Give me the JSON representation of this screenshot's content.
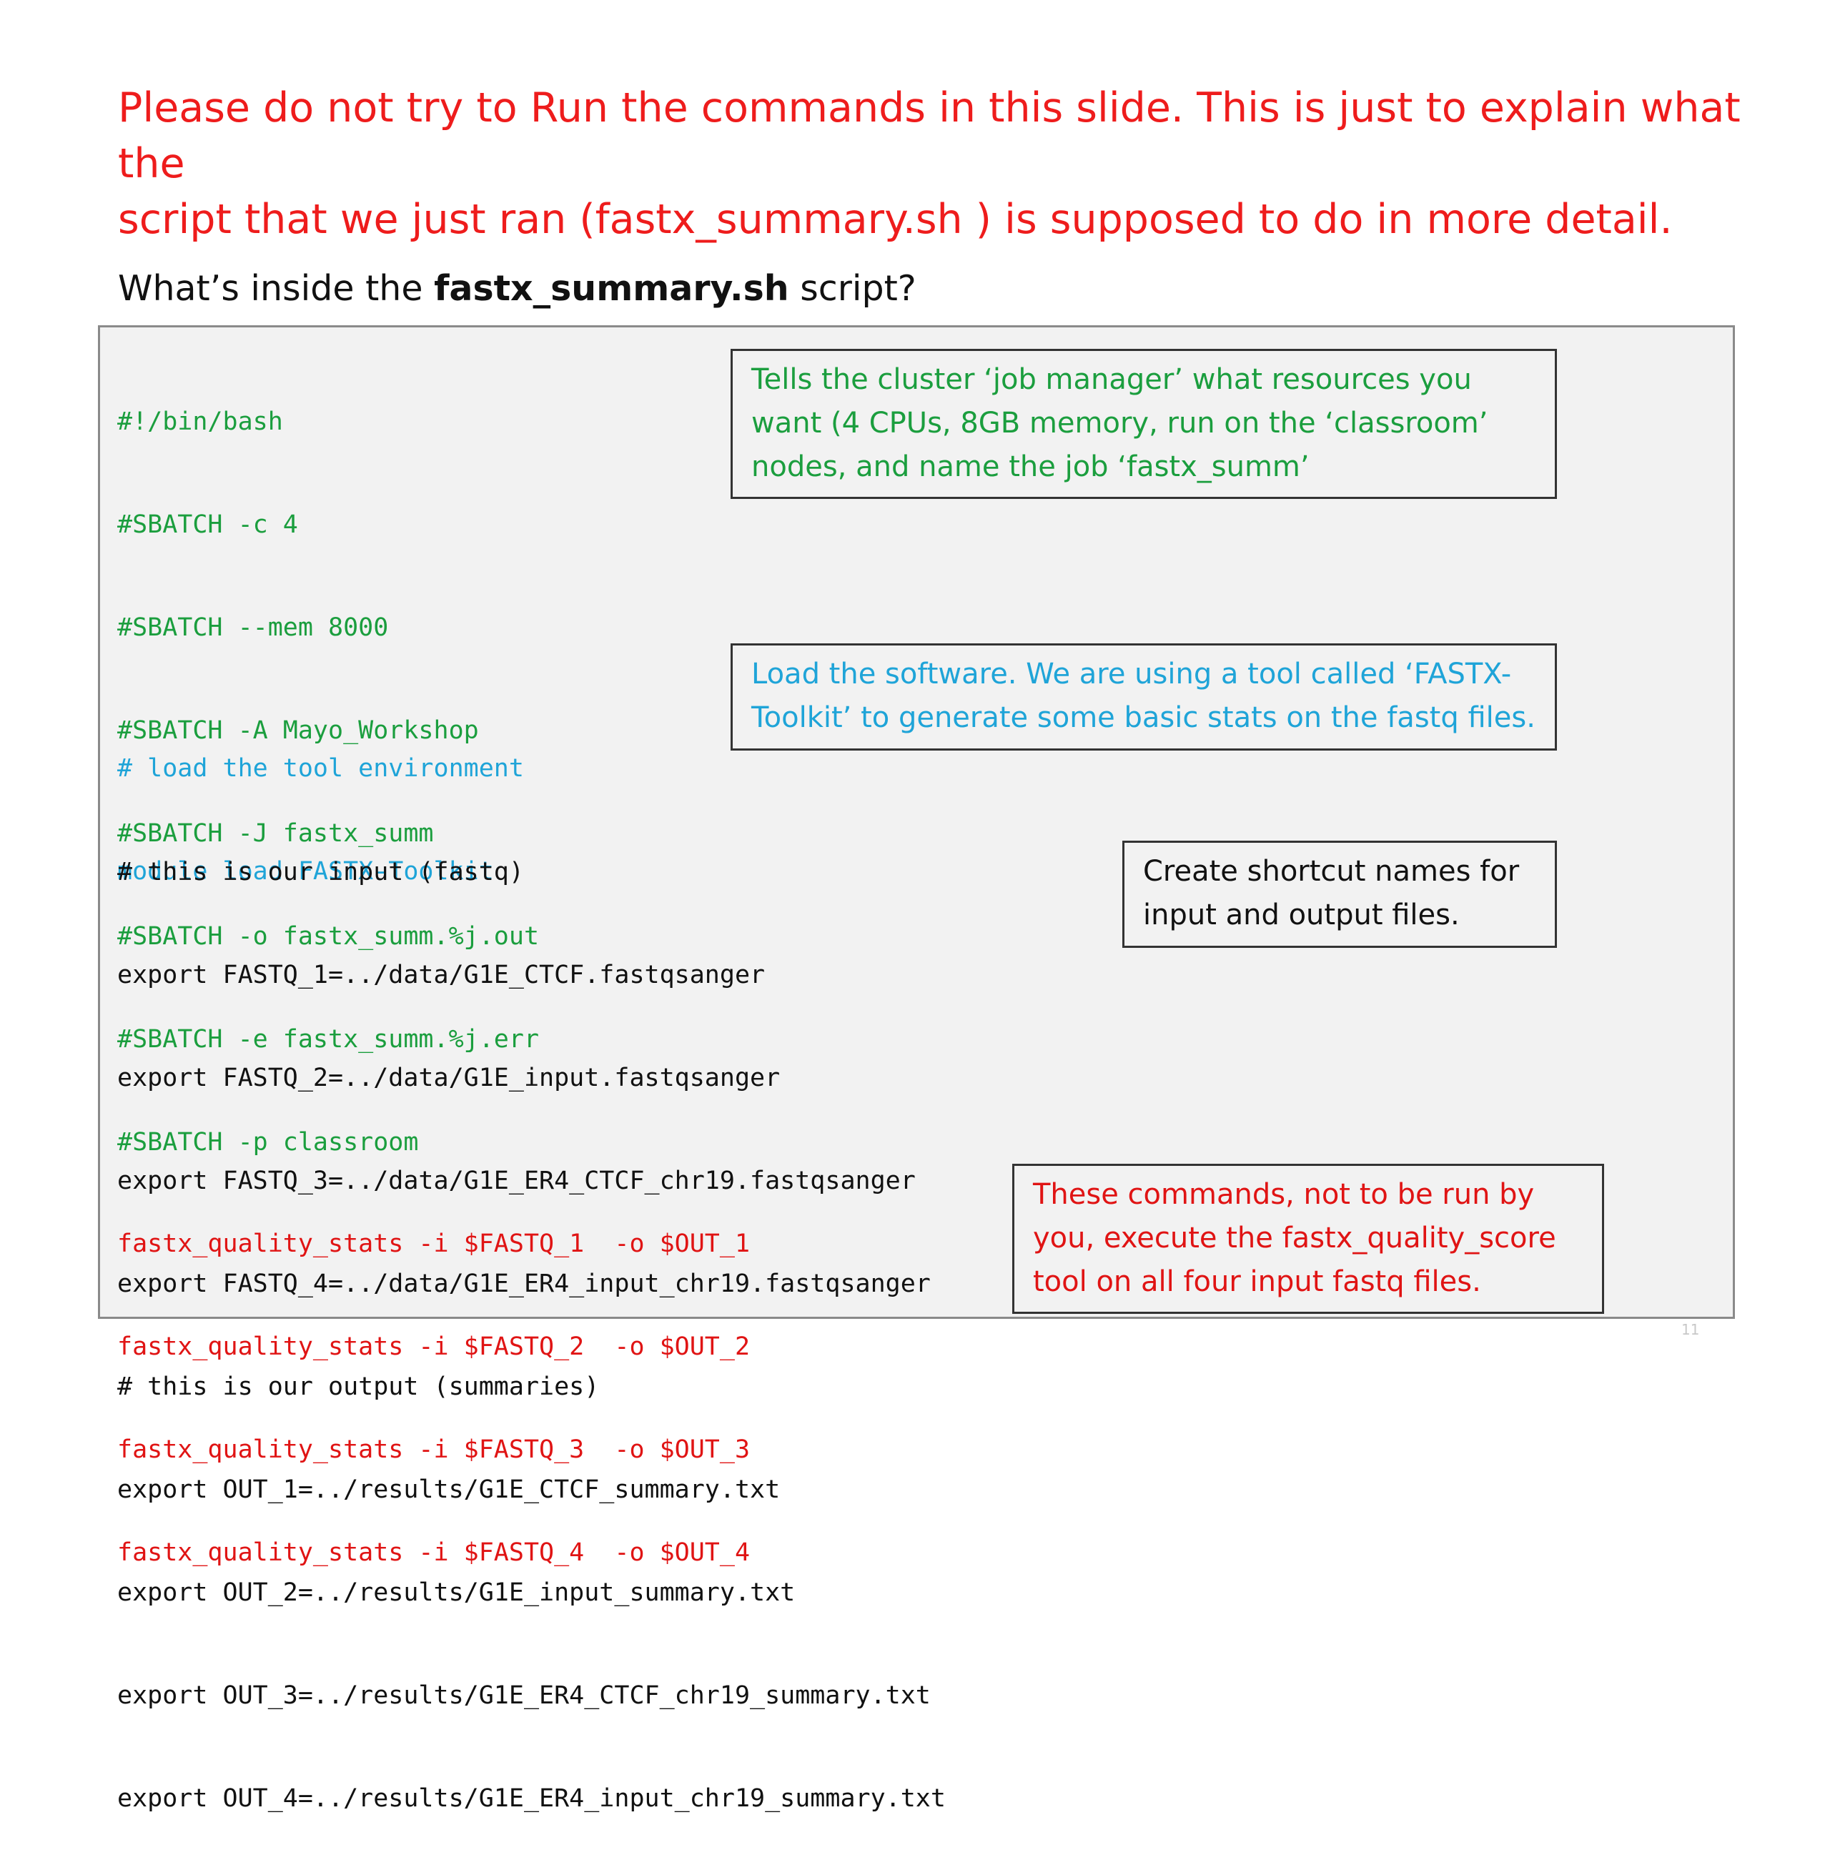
{
  "warning": [
    "Please do not try to Run the commands in this slide. This is just to explain what the",
    "script that we just ran (fastx_summary.sh ) is supposed to do in more detail."
  ],
  "subtitle": {
    "prefix": "What’s inside the ",
    "bold": "fastx_summary.sh",
    "suffix": " script?"
  },
  "code": {
    "sbatch": [
      "#!/bin/bash",
      "#SBATCH -c 4",
      "#SBATCH --mem 8000",
      "#SBATCH -A Mayo_Workshop",
      "#SBATCH -J fastx_summ",
      "#SBATCH -o fastx_summ.%j.out",
      "#SBATCH -e fastx_summ.%j.err",
      "#SBATCH -p classroom"
    ],
    "module": [
      "# load the tool environment",
      "module load FASTX-Toolkit"
    ],
    "exports": [
      "# this is our input (fastq)",
      "export FASTQ_1=../data/G1E_CTCF.fastqsanger",
      "export FASTQ_2=../data/G1E_input.fastqsanger",
      "export FASTQ_3=../data/G1E_ER4_CTCF_chr19.fastqsanger",
      "export FASTQ_4=../data/G1E_ER4_input_chr19.fastqsanger",
      "# this is our output (summaries)",
      "export OUT_1=../results/G1E_CTCF_summary.txt",
      "export OUT_2=../results/G1E_input_summary.txt",
      "export OUT_3=../results/G1E_ER4_CTCF_chr19_summary.txt",
      "export OUT_4=../results/G1E_ER4_input_chr19_summary.txt"
    ],
    "commands": [
      "fastx_quality_stats -i $FASTQ_1  -o $OUT_1",
      "fastx_quality_stats -i $FASTQ_2  -o $OUT_2",
      "fastx_quality_stats -i $FASTQ_3  -o $OUT_3",
      "fastx_quality_stats -i $FASTQ_4  -o $OUT_4"
    ]
  },
  "callouts": {
    "resources": [
      "Tells the cluster ‘job manager’ what resources you",
      "want (4 CPUs, 8GB memory, run on the ‘classroom’",
      "nodes, and name the job ‘fastx_summ’"
    ],
    "software": [
      "Load the software.  We are using a tool called ‘FASTX-",
      "Toolkit’ to generate some basic stats on the fastq files."
    ],
    "shortcuts": [
      "Create shortcut names for",
      "input and output files."
    ],
    "commands": [
      "These commands, not to be run by",
      "you, execute the fastx_quality_score",
      "tool on all four input fastq files."
    ]
  },
  "page_number": "11",
  "colors": {
    "warning": "#ee1c1c",
    "sbatch": "#1b9e3e",
    "module": "#1fa4d8",
    "commands": "#e01414"
  }
}
